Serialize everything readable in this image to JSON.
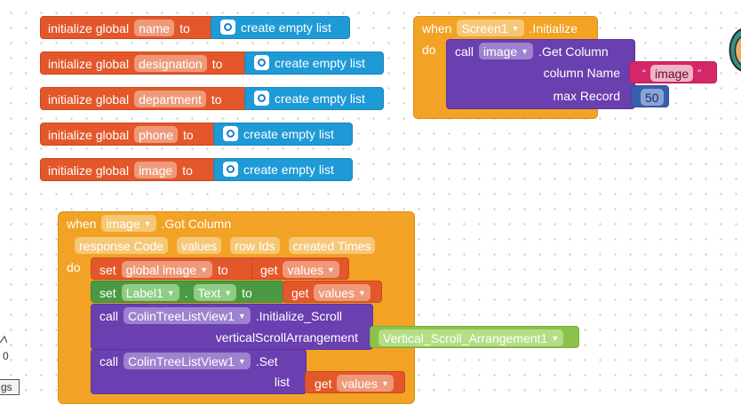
{
  "globals": [
    {
      "prefix": "initialize global",
      "name": "name",
      "to": "to",
      "list": "create empty list"
    },
    {
      "prefix": "initialize global",
      "name": "designation",
      "to": "to",
      "list": "create empty list"
    },
    {
      "prefix": "initialize global",
      "name": "department",
      "to": "to",
      "list": "create empty list"
    },
    {
      "prefix": "initialize global",
      "name": "phone",
      "to": "to",
      "list": "create empty list"
    },
    {
      "prefix": "initialize global",
      "name": "image",
      "to": "to",
      "list": "create empty list"
    }
  ],
  "screen_init": {
    "when": "when",
    "component": "Screen1",
    "event": ".Initialize",
    "do": "do",
    "call": "call",
    "target": "image",
    "method": ".Get Column",
    "col_label": "column Name",
    "col_value": "image",
    "quote_open": "“",
    "quote_close": "”",
    "max_label": "max Record",
    "max_value": "50"
  },
  "got_column": {
    "when": "when",
    "component": "image",
    "event": ".Got Column",
    "params": [
      "response Code",
      "values",
      "row Ids",
      "created Times"
    ],
    "do": "do",
    "set1": {
      "set": "set",
      "var": "global image",
      "to": "to",
      "get": "get",
      "value": "values"
    },
    "set2": {
      "set": "set",
      "comp": "Label1",
      "dot": ".",
      "prop": "Text",
      "to": "to",
      "get": "get",
      "value": "values"
    },
    "call1": {
      "call": "call",
      "comp": "ColinTreeListView1",
      "method": ".Initialize_Scroll",
      "arg_label": "verticalScrollArrangement",
      "arg_value": "Vertical_Scroll_Arrangement1"
    },
    "call2": {
      "call": "call",
      "comp": "ColinTreeListView1",
      "method": ".Set",
      "arg_label": "list",
      "get": "get",
      "value": "values"
    }
  },
  "edge": {
    "value": "0",
    "label": "gs"
  }
}
